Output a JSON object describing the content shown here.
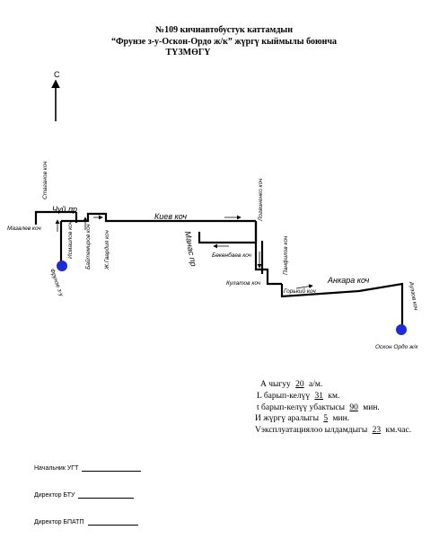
{
  "header": {
    "line1": "№109 кичиавтобустук каттамдын",
    "line2": "“Фрунзе з-у-Оскон-Ордо ж/к” жүргү кыймылы боюнча",
    "line3": "ТҮЗМӨГҮ"
  },
  "compass": {
    "label": "С"
  },
  "streets": {
    "staganov": "Стаганов коч",
    "chuy": "Чүй пр",
    "mazaliev": "Мазалев коч",
    "ismailov": "Исмаилов коч",
    "baitemirov": "Байтемиров коч",
    "zh_gvardiya": "Ж.Гвардия коч",
    "kiev": "Киев коч",
    "logvinenko": "Логвиненко коч",
    "manas": "Манас пр",
    "bokonbaev": "Бөкөнбаев коч",
    "panfilov": "Панфилов коч",
    "kulatov": "Кулатов коч",
    "gorky": "Горький коч",
    "ankara": "Анкара коч",
    "aiuezov": "Ауэзов коч"
  },
  "stops": {
    "start": "Фрунзе з-у",
    "end": "Оскон Ордо ж/к"
  },
  "route_info": {
    "a_label": "А чыгуу",
    "a_value": "20",
    "a_unit": "а/м.",
    "l_label": "L барып-келүү",
    "l_value": "31",
    "l_unit": "км.",
    "t_label": "t барып-келүү убактысы",
    "t_value": "90",
    "t_unit": "мин.",
    "i_label": "И жүргү аралыгы",
    "i_value": "5",
    "i_unit": "мин.",
    "v_label": "Vэксплуатациялоо ылдамдыгы",
    "v_value": "23",
    "v_unit": "км.час."
  },
  "signatures": {
    "s1": "Начальник УГТ",
    "s2": "Директор  БТУ",
    "s3": "Директор БПАТП"
  },
  "colors": {
    "stop": "#1f2bd6",
    "route": "#000000"
  }
}
